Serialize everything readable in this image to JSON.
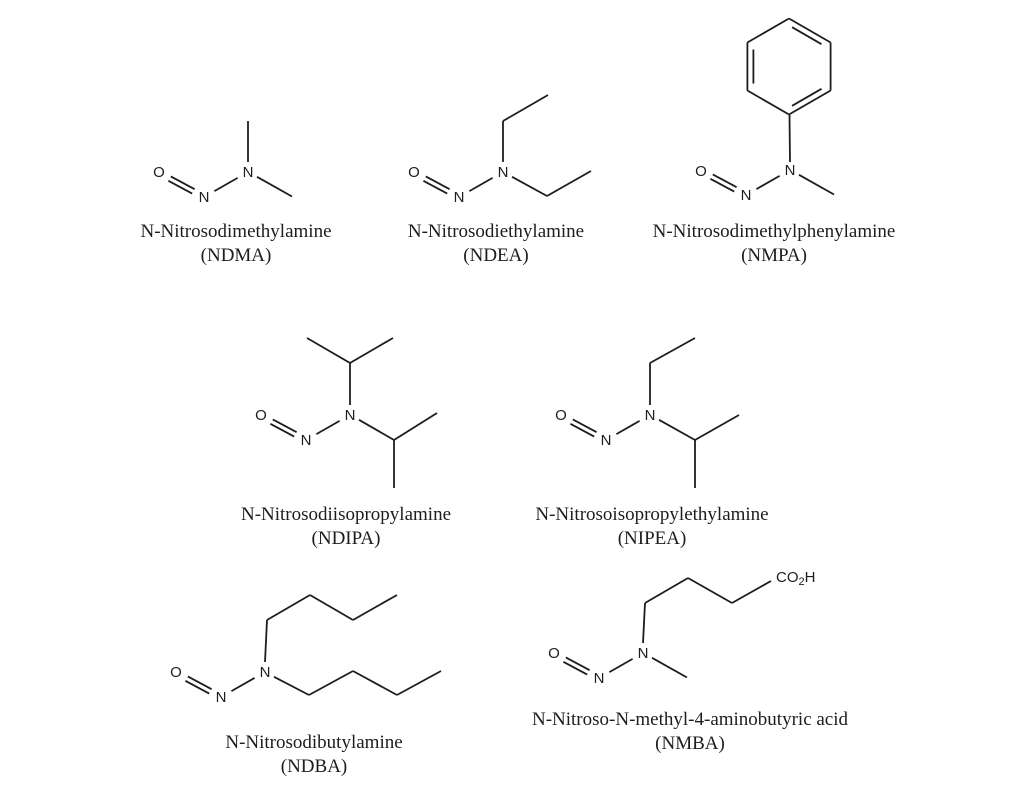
{
  "page": {
    "background": "#ffffff",
    "ink": "#1d1d1d"
  },
  "figure": {
    "description": "Chemical structures of seven nitrosamine impurities",
    "structures": [
      {
        "id": "ndma",
        "name": "N-Nitrosodimethylamine",
        "abbr": "(NDMA)",
        "atoms": {
          "o": "O",
          "n_nitroso": "N",
          "n_amine": "N"
        }
      },
      {
        "id": "ndea",
        "name": "N-Nitrosodiethylamine",
        "abbr": "(NDEA)",
        "atoms": {
          "o": "O",
          "n_nitroso": "N",
          "n_amine": "N"
        }
      },
      {
        "id": "nmpa",
        "name": "N-Nitrosodimethylphenylamine",
        "abbr": "(NMPA)",
        "atoms": {
          "o": "O",
          "n_nitroso": "N",
          "n_amine": "N"
        }
      },
      {
        "id": "ndipa",
        "name": "N-Nitrosodiisopropylamine",
        "abbr": "(NDIPA)",
        "atoms": {
          "o": "O",
          "n_nitroso": "N",
          "n_amine": "N"
        }
      },
      {
        "id": "nipea",
        "name": "N-Nitrosoisopropylethylamine",
        "abbr": "(NIPEA)",
        "atoms": {
          "o": "O",
          "n_nitroso": "N",
          "n_amine": "N"
        }
      },
      {
        "id": "ndba",
        "name": "N-Nitrosodibutylamine",
        "abbr": "(NDBA)",
        "atoms": {
          "o": "O",
          "n_nitroso": "N",
          "n_amine": "N"
        }
      },
      {
        "id": "nmba",
        "name": "N-Nitroso-N-methyl-4-aminobutyric acid",
        "abbr": "(NMBA)",
        "atoms": {
          "o": "O",
          "n_nitroso": "N",
          "n_amine": "N"
        },
        "carboxyl": {
          "co": "CO",
          "sub": "2",
          "h": "H"
        }
      }
    ]
  }
}
